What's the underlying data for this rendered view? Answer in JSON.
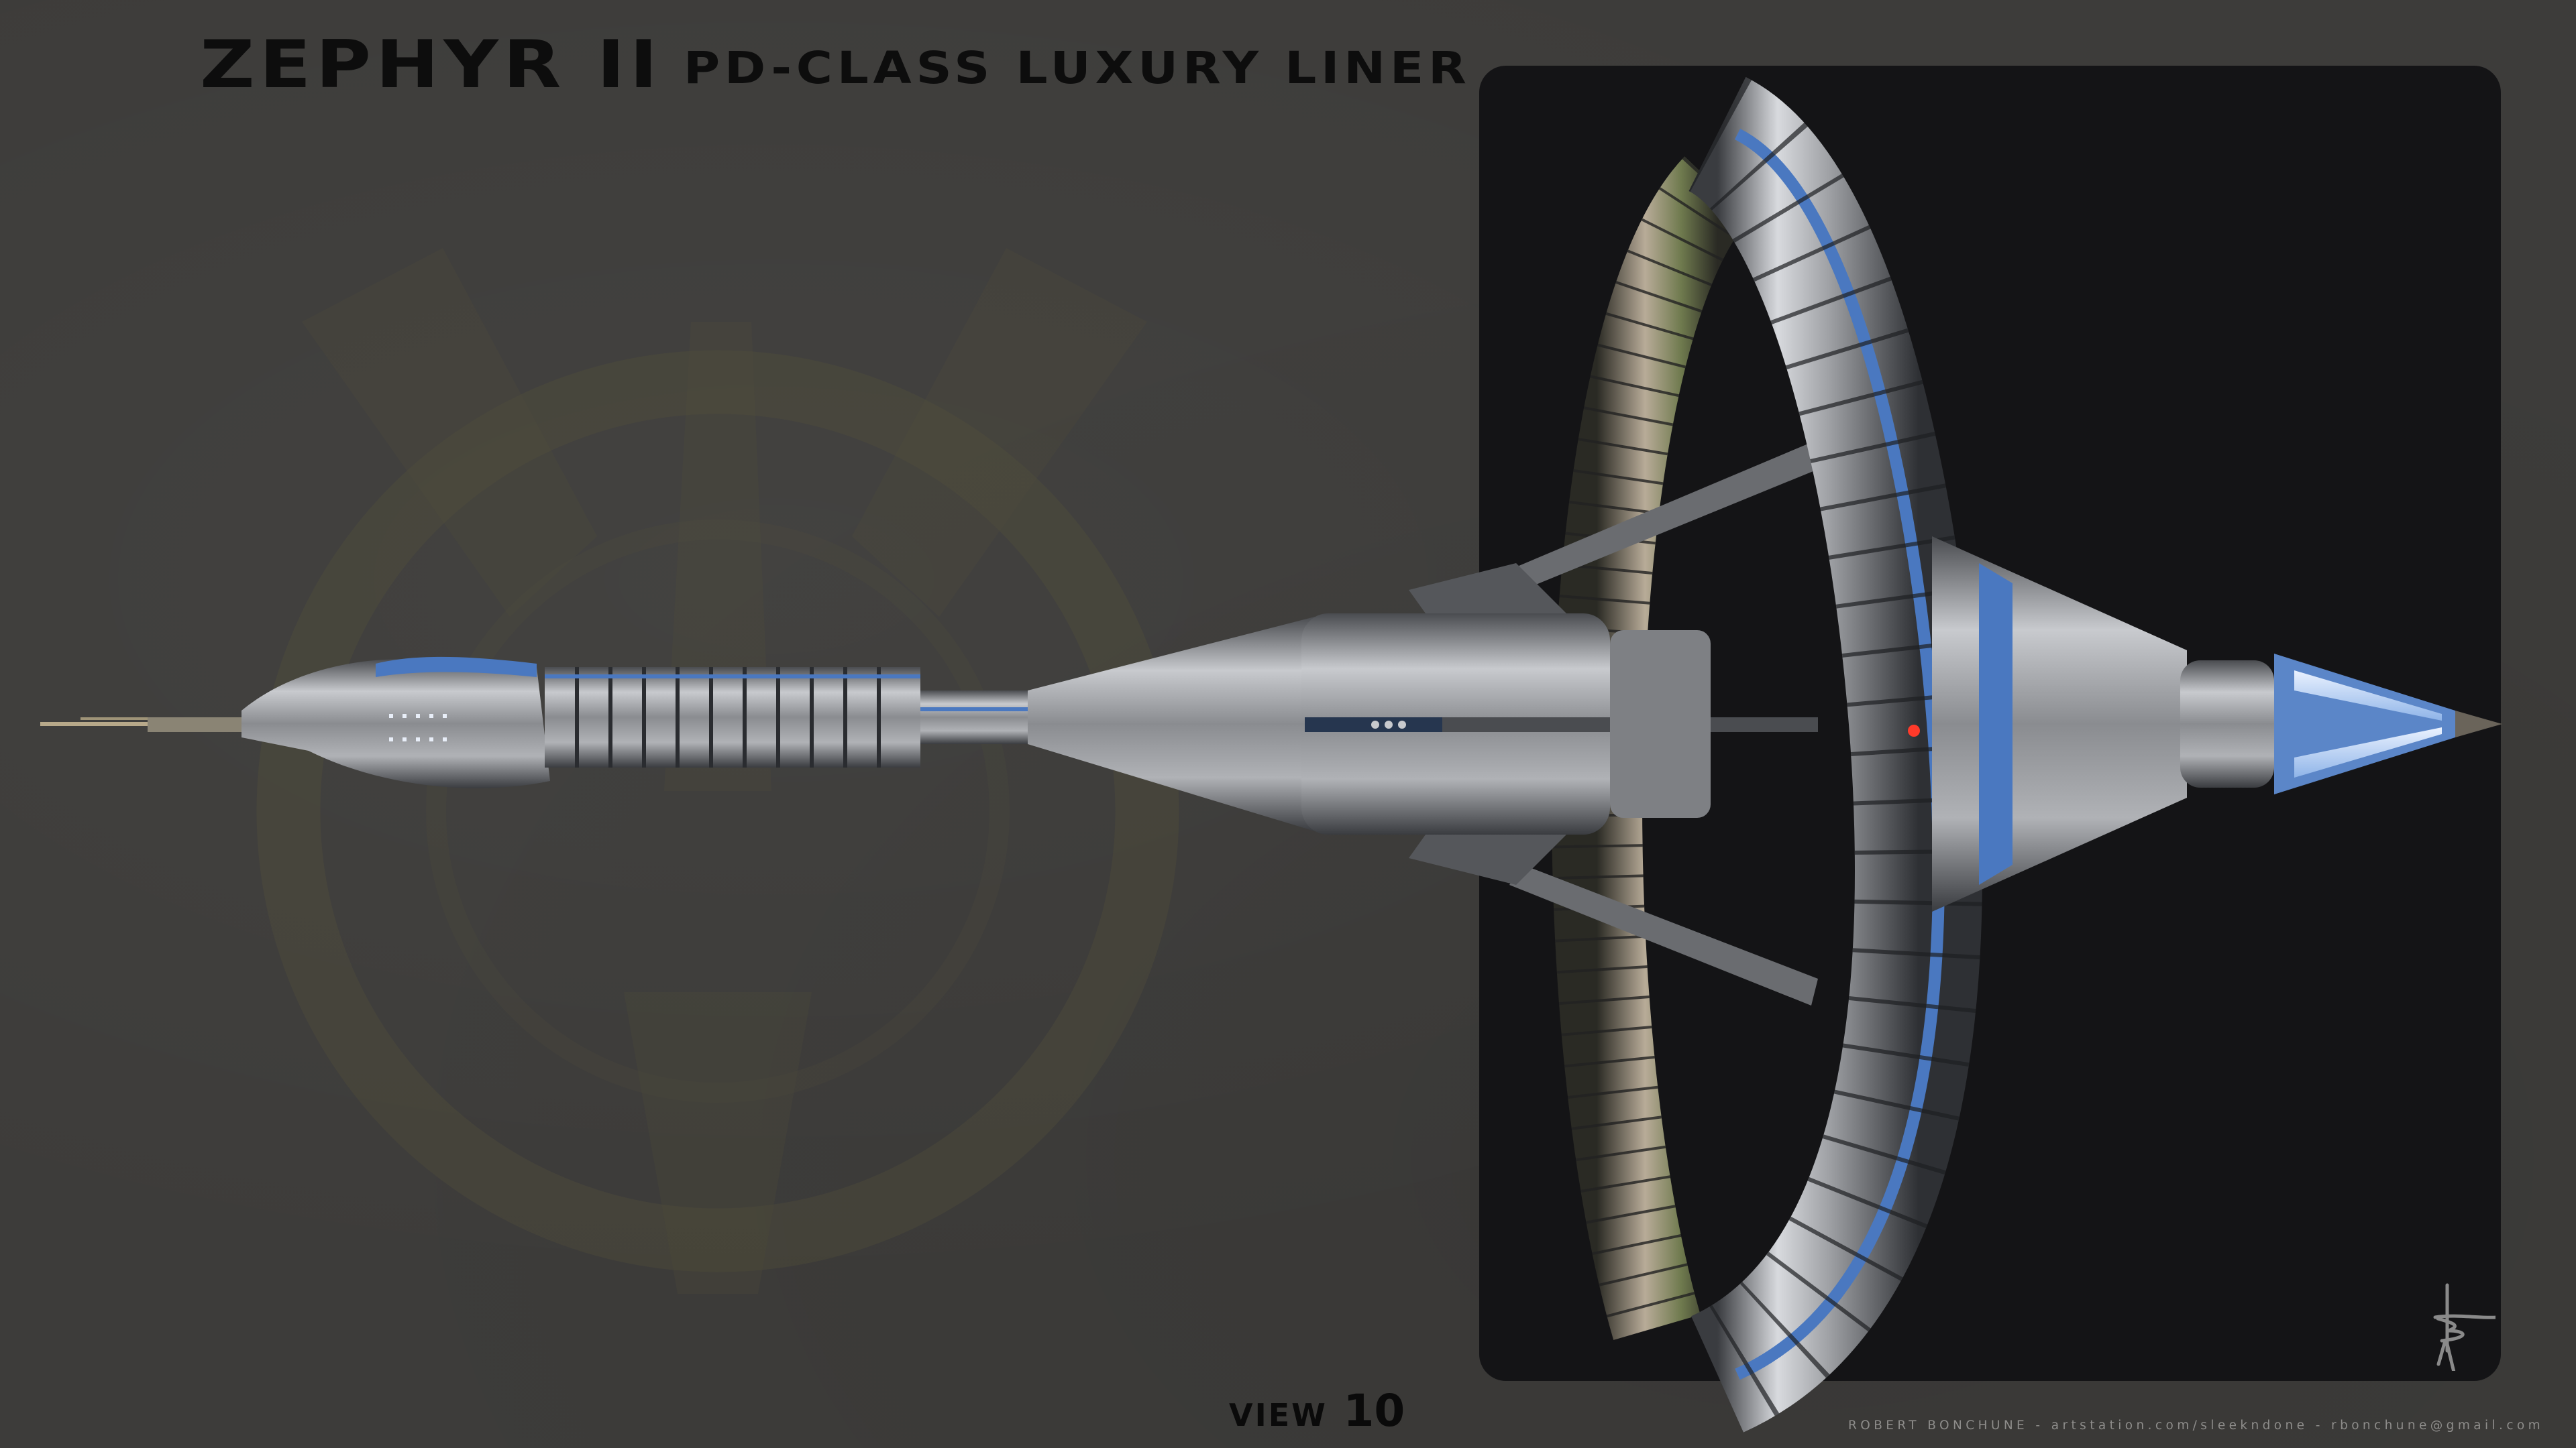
{
  "header": {
    "title": "ZEPHYR II",
    "subtitle": "PD-CLASS LUXURY LINER"
  },
  "view": {
    "label": "VIEW",
    "number": "10"
  },
  "footer": {
    "credits": "ROBERT BONCHUNE - artstation.com/sleekndone - rbonchune@gmail.com"
  },
  "artwork": {
    "subject": "Zephyr II PD-class luxury liner spaceship, side view with habitat ring",
    "signature_icon": "artist-signature-icon",
    "emblem_icon": "faction-emblem-icon"
  },
  "colors": {
    "background": "#3d3c3a",
    "panel": "#141416",
    "title": "#0d0d0d",
    "credits": "#8d8c8a",
    "hull": "#9a9ca0",
    "accent_blue": "#4a78c0",
    "red_light": "#ff3a2a",
    "emblem": "#5a5636"
  }
}
